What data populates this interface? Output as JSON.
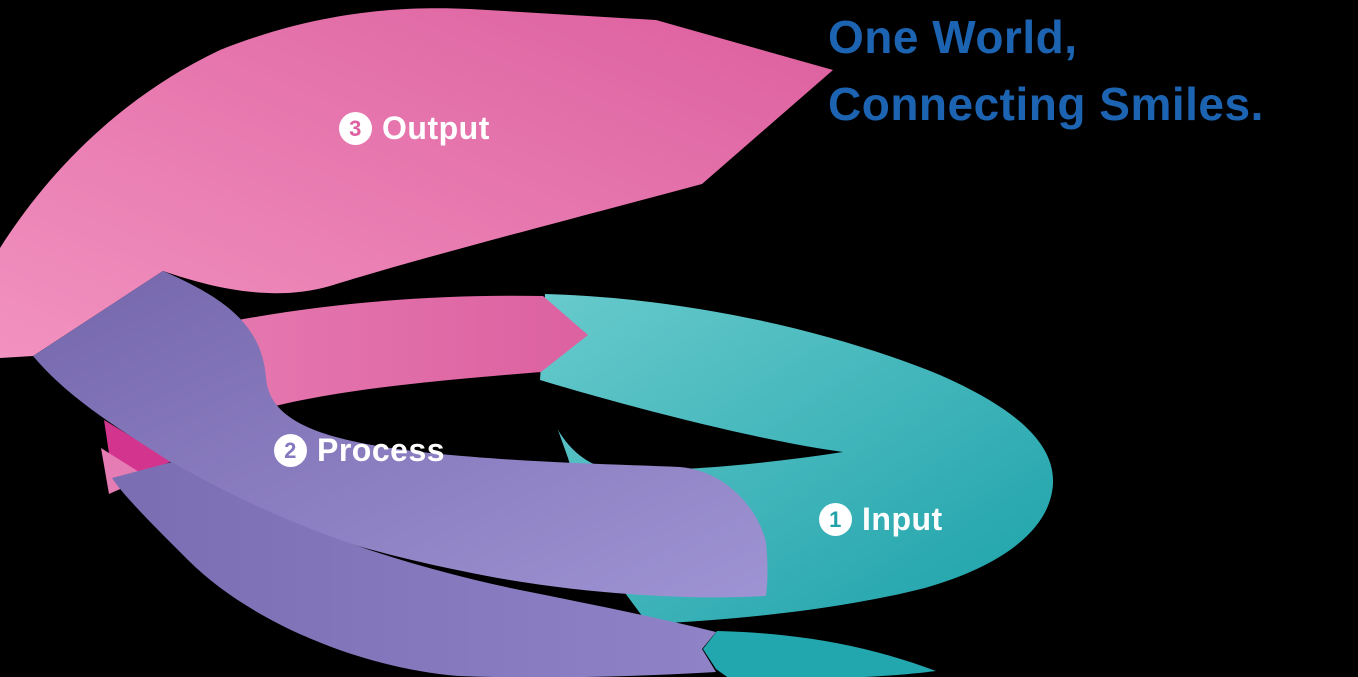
{
  "title": {
    "line1": "One World,",
    "line2": "Connecting Smiles.",
    "color": "#1c64b2"
  },
  "steps": [
    {
      "number": "1",
      "label": "Input",
      "digit_color": "#1fa2aa"
    },
    {
      "number": "2",
      "label": "Process",
      "digit_color": "#8478bf"
    },
    {
      "number": "3",
      "label": "Output",
      "digit_color": "#dd61a0"
    }
  ],
  "colors": {
    "background": "#000000",
    "pink_light": "#f292c0",
    "pink_deep": "#dc5f9e",
    "pink_inner_light": "#e77cb2",
    "pink_inner_deep": "#dc61a0",
    "magenta_accent": "#d3348e",
    "pink_wedge": "#e57cb4",
    "teal_light": "#68cacc",
    "teal_deep": "#1ba1a9",
    "teal_mid": "#23a7ae",
    "purple_dark": "#7566ab",
    "purple_light": "#9e93d3",
    "purple_b_dark": "#7b6db2",
    "purple_b_light": "#9082c7",
    "label_text": "#ffffff"
  }
}
